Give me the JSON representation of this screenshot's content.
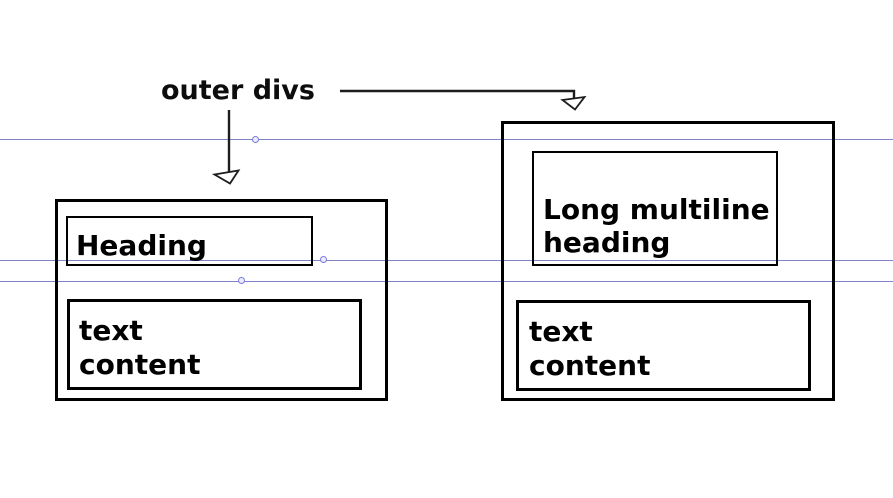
{
  "label": {
    "text": "outer divs"
  },
  "left_box": {
    "heading": "Heading",
    "text_line1": "text",
    "text_line2": "content"
  },
  "right_box": {
    "heading_line1": "Long multiline",
    "heading_line2": "heading",
    "text_line1": "text",
    "text_line2": "content"
  },
  "icons": {
    "arrow_left": "down-arrow-icon",
    "arrow_right": "elbow-down-arrow-icon",
    "markers": "baseline-marker-dot"
  },
  "colors": {
    "background": "#ffffff",
    "box_border": "#000000",
    "text": "#000000",
    "guide_line": "#8282c9",
    "marker_dot_ring": "#7b7be0",
    "arrow": "#1c1c1c"
  }
}
